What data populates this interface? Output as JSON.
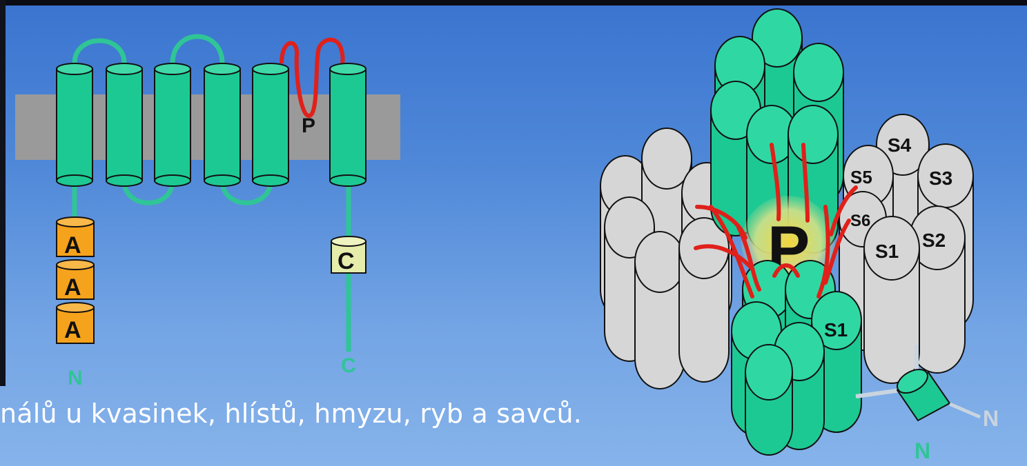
{
  "caption": "nálů u kvasinek, hlístů, hmyzu, ryb a savců.",
  "left_diagram": {
    "pore_label": "P",
    "anchor_labels": [
      "A",
      "A",
      "A"
    ],
    "c_domain_label": "C",
    "n_terminus": "N",
    "c_terminus": "C"
  },
  "right_diagram": {
    "pore_label": "P",
    "segment_labels": [
      "S4",
      "S5",
      "S3",
      "S6",
      "S1",
      "S2"
    ],
    "green_segment_label": "S1",
    "n_terminus_1": "N",
    "n_terminus_2": "N"
  },
  "colors": {
    "helix_green": "#1dc993",
    "helix_grey": "#d6d6d6",
    "membrane": "#9a9a9a",
    "pore_loop": "#e0201a",
    "anchor_orange": "#f5a21c",
    "c_domain": "#e6ecaa",
    "terminus_text": "#2fc596"
  }
}
